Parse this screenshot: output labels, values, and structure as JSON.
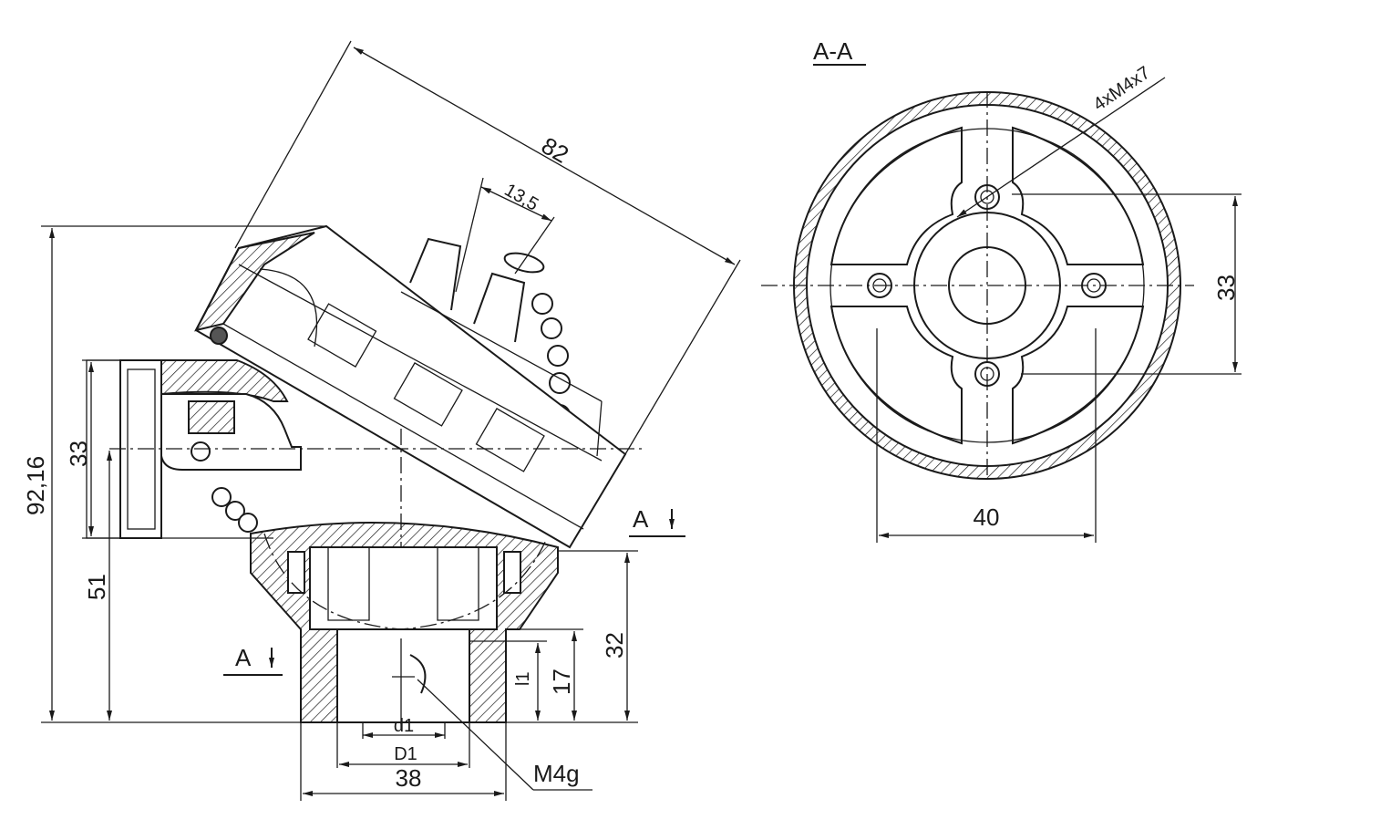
{
  "drawing": {
    "side_view": {
      "dimensions": {
        "overall_length": "82",
        "cap_offset": "13,5",
        "total_height": "92,16",
        "flange_height": "33",
        "lower_height": "51",
        "base_height": "32",
        "thread_depth": "17",
        "thread_length_label": "l1",
        "inner_diameter_label": "d1",
        "outer_diameter_label": "D1",
        "base_width": "38",
        "screw_thread": "M4g"
      },
      "section_marker_top": "A",
      "section_marker_bottom": "A"
    },
    "section_view": {
      "title": "A-A",
      "holes_callout": "4xM4x7",
      "hole_spacing_vertical": "33",
      "hole_spacing_horizontal": "40"
    },
    "colors": {
      "line": "#1a1a1a",
      "background": "#ffffff"
    }
  }
}
